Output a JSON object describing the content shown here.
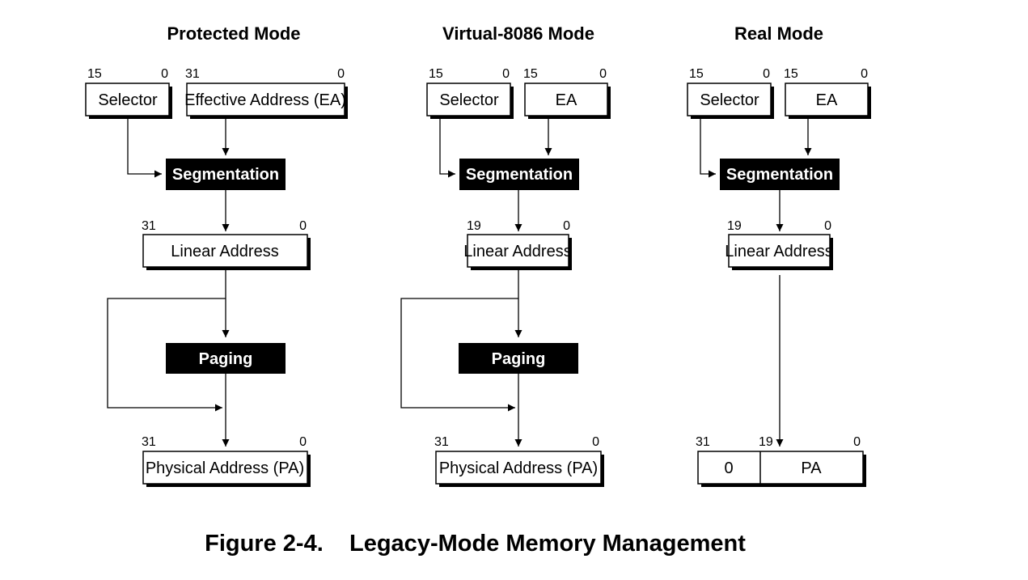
{
  "columns": [
    {
      "title": "Protected Mode",
      "selector": {
        "label": "Selector",
        "hi": "15",
        "lo": "0"
      },
      "offset": {
        "label": "Effective Address (EA)",
        "hi": "31",
        "lo": "0"
      },
      "segmentation": "Segmentation",
      "linear": {
        "label": "Linear Address",
        "hi": "31",
        "lo": "0"
      },
      "paging": "Paging",
      "physical": {
        "label": "Physical Address (PA)",
        "hi": "31",
        "lo": "0"
      }
    },
    {
      "title": "Virtual-8086 Mode",
      "selector": {
        "label": "Selector",
        "hi": "15",
        "lo": "0"
      },
      "offset": {
        "label": "EA",
        "hi": "15",
        "lo": "0"
      },
      "segmentation": "Segmentation",
      "linear": {
        "label": "Linear Address",
        "hi": "19",
        "lo": "0"
      },
      "paging": "Paging",
      "physical": {
        "label": "Physical Address (PA)",
        "hi": "31",
        "lo": "0"
      }
    },
    {
      "title": "Real Mode",
      "selector": {
        "label": "Selector",
        "hi": "15",
        "lo": "0"
      },
      "offset": {
        "label": "EA",
        "hi": "15",
        "lo": "0"
      },
      "segmentation": "Segmentation",
      "linear": {
        "label": "Linear Address",
        "hi": "19",
        "lo": "0"
      },
      "physical": {
        "zero": "0",
        "label": "PA",
        "hi": "31",
        "mid": "19",
        "lo": "0"
      }
    }
  ],
  "caption": {
    "number": "Figure 2-4.",
    "title": "Legacy-Mode Memory Management"
  }
}
